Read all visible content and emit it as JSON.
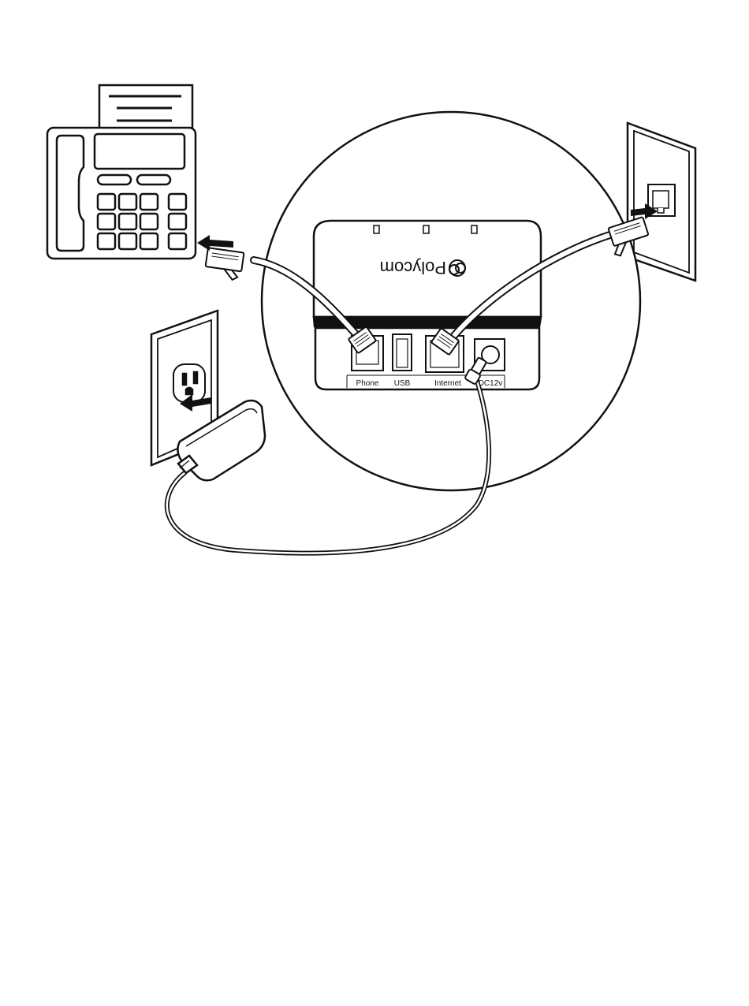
{
  "device": {
    "brand": "Polycom",
    "ports": {
      "phone": "Phone",
      "usb": "USB",
      "internet": "Internet",
      "power": "DC12v"
    }
  },
  "colors": {
    "line": "#111111",
    "background": "#ffffff"
  },
  "icons": [
    "fax-machine-icon",
    "wall-phone-jack-icon",
    "wall-power-outlet-icon",
    "power-adapter-icon",
    "polycom-logo-icon",
    "insertion-arrow-icon"
  ]
}
